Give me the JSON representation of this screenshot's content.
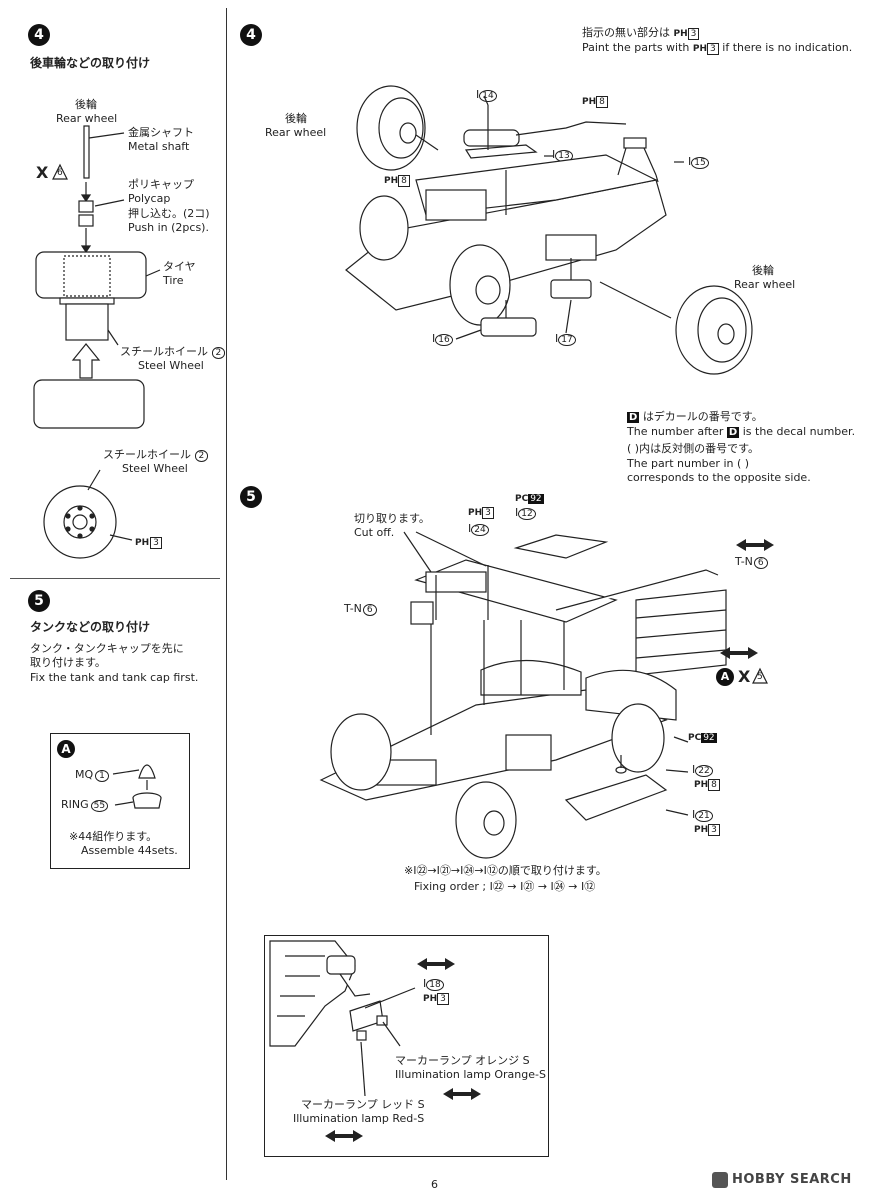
{
  "left": {
    "step4": {
      "number": "4",
      "title": "後車輪などの取り付け",
      "rear_wheel_jp": "後輪",
      "rear_wheel_en": "Rear wheel",
      "metal_shaft_jp": "金属シャフト",
      "metal_shaft_en": "Metal shaft",
      "x_mark": "X",
      "x_num": "6",
      "polycap_jp": "ポリキャップ",
      "polycap_en": "Polycap",
      "push_jp": "押し込む。(2コ)",
      "push_en": "Push in (2pcs).",
      "tire_jp": "タイヤ",
      "tire_en": "Tire",
      "steel_wheel_jp": "スチールホイール",
      "steel_wheel_en": "Steel Wheel",
      "steel_wheel_num": "2",
      "steel_wheel2_jp": "スチールホイール",
      "steel_wheel2_en": "Steel Wheel",
      "steel_wheel2_num": "2",
      "paint_code": "PH",
      "paint_num": "3"
    },
    "step5": {
      "number": "5",
      "title": "タンクなどの取り付け",
      "note_jp1": "タンク・タンクキャップを先に",
      "note_jp2": "取り付けます。",
      "note_en": "Fix the tank and tank cap first.",
      "subassembly": {
        "label": "A",
        "part1": "MQ",
        "part1_num": "1",
        "part2": "RING",
        "part2_num": "55",
        "note_jp": "※44組作ります。",
        "note_en": "Assemble 44sets."
      }
    }
  },
  "right": {
    "step4": {
      "number": "4",
      "paint_note_jp": "指示の無い部分は",
      "paint_note_code": "PH",
      "paint_note_num": "3",
      "paint_note_en_a": "Paint the parts with",
      "paint_note_en_b": "if there is no indication.",
      "rear_wheel_left_jp": "後輪",
      "rear_wheel_left_en": "Rear wheel",
      "rear_wheel_right_jp": "後輪",
      "rear_wheel_right_en": "Rear wheel",
      "parts": [
        {
          "id": "I14",
          "prefix": "I",
          "num": "14"
        },
        {
          "id": "I13",
          "prefix": "I",
          "num": "13"
        },
        {
          "id": "I15",
          "prefix": "I",
          "num": "15"
        },
        {
          "id": "I16",
          "prefix": "I",
          "num": "16"
        },
        {
          "id": "I17",
          "prefix": "I",
          "num": "17"
        }
      ],
      "paint_tags": [
        {
          "code": "PH",
          "num": "8"
        },
        {
          "code": "PH",
          "num": "8"
        }
      ],
      "decal_note_jp": "はデカールの番号です。",
      "decal_letter": "D",
      "decal_note_en_a": "The number after",
      "decal_note_en_b": "is the decal number.",
      "opp_note_jp": "(  )内は反対側の番号です。",
      "opp_note_en1": "The part number in (  )",
      "opp_note_en2": "corresponds to the opposite side."
    },
    "step5": {
      "number": "5",
      "cutoff_jp": "切り取ります。",
      "cutoff_en": "Cut off.",
      "tn_left": "T-N",
      "tn_left_num": "6",
      "tn_right": "T-N",
      "tn_right_num": "6",
      "ph3_top": "3",
      "i24": "24",
      "pc_code": "PC",
      "pc_num": "92",
      "i12": "12",
      "pc2_num": "92",
      "i22": "22",
      "ph8": "8",
      "i21": "21",
      "ph3_bottom": "3",
      "sub_a": "A",
      "x_mark": "X",
      "x_num": "5",
      "order_jp": "※I㉒→I㉑→I㉔→I⑫の順で取り付けます。",
      "order_en_label": "Fixing order ;",
      "order_en": "I㉒ → I㉑ → I㉔ → I⑫"
    },
    "inset": {
      "part": "I",
      "part_num": "18",
      "paint_code": "PH",
      "paint_num": "3",
      "orange_jp": "マーカーランプ オレンジ S",
      "orange_en": "Illumination lamp Orange-S",
      "red_jp": "マーカーランプ レッド S",
      "red_en": "Illumination lamp Red-S"
    }
  },
  "footer": {
    "page_number": "6",
    "watermark": "HOBBY SEARCH"
  }
}
